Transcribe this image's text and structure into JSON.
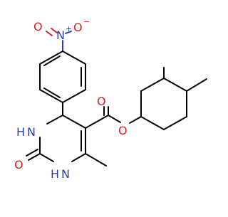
{
  "molecule": {
    "atom_labels": {
      "nitro_n": "N",
      "nitro_n_charge": "+",
      "nitro_o_top": "O",
      "nitro_o_right": "O",
      "nitro_o_right_charge": "−",
      "n1": "N",
      "n1_h": "H",
      "n3": "N",
      "n3_h": "H",
      "urea_o": "O",
      "ester_carbonyl_o": "O",
      "ester_o": "O"
    },
    "colors": {
      "oxygen": "#d42121",
      "nitrogen": "#2c3ea6",
      "bond": "#000000"
    }
  }
}
